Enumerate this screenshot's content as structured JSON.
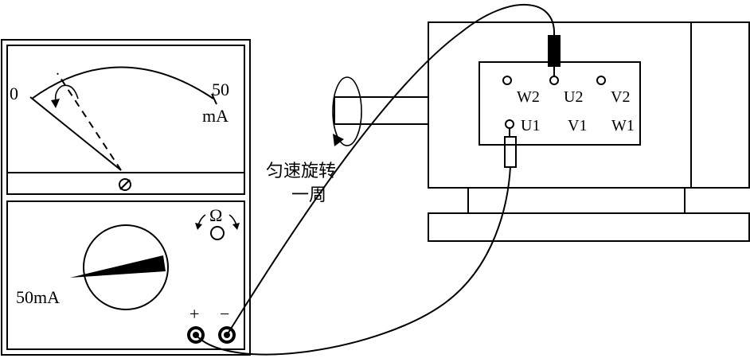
{
  "meter": {
    "scale_zero": "0",
    "scale_max": "50",
    "scale_unit": "mA",
    "zero_adjust_symbol": "⊘",
    "ohm_symbol": "Ω",
    "range_label": "50mA",
    "plus_label": "+",
    "minus_label": "−"
  },
  "rotation": {
    "line1": "匀速旋转",
    "line2": "一周"
  },
  "motor": {
    "terminals_top": [
      "W2",
      "U2",
      "V2"
    ],
    "terminals_bottom": [
      "U1",
      "V1",
      "W1"
    ]
  }
}
